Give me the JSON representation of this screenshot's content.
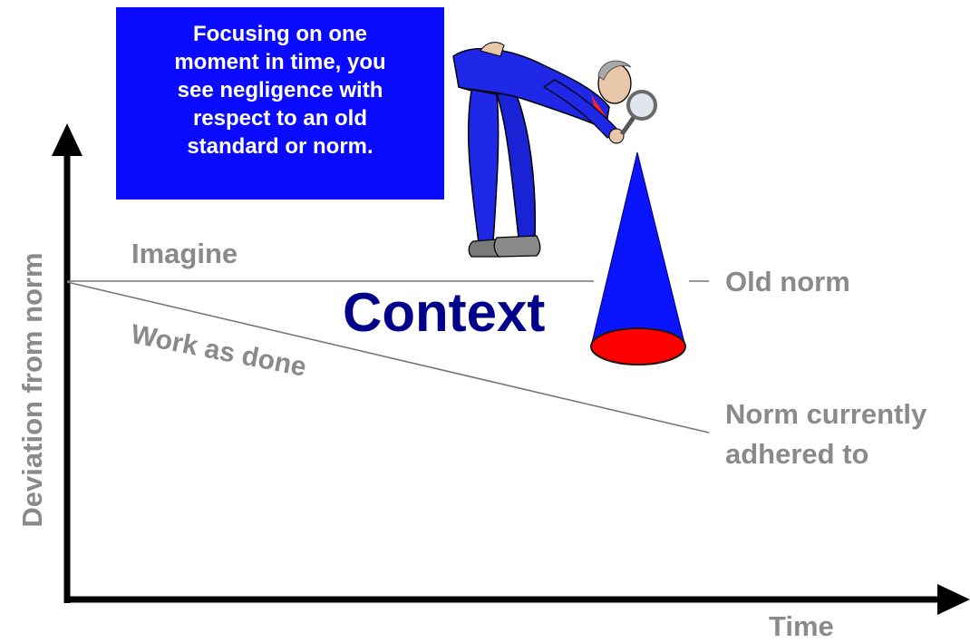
{
  "callout": {
    "lines": [
      "Focusing on one",
      "moment in time, you",
      "see negligence with",
      "respect to an old",
      "standard or norm."
    ]
  },
  "labels": {
    "y_axis": "Deviation from norm",
    "x_axis": "Time",
    "imagine": "Imagine",
    "work_as_done": "Work as done",
    "old_norm": "Old norm",
    "norm_current_line1": "Norm currently",
    "norm_current_line2": "adhered to",
    "context": "Context"
  },
  "colors": {
    "axis": "#000000",
    "callout_bg": "#0a0aff",
    "label_gray": "#8a8a8a",
    "context_text": "#00008b",
    "cone": "#0a14ff",
    "cone_base": "#ff0000",
    "suit": "#1e28e6"
  },
  "icons": {
    "figure": "man-with-magnifying-glass-icon",
    "cone": "spotlight-cone-icon"
  }
}
